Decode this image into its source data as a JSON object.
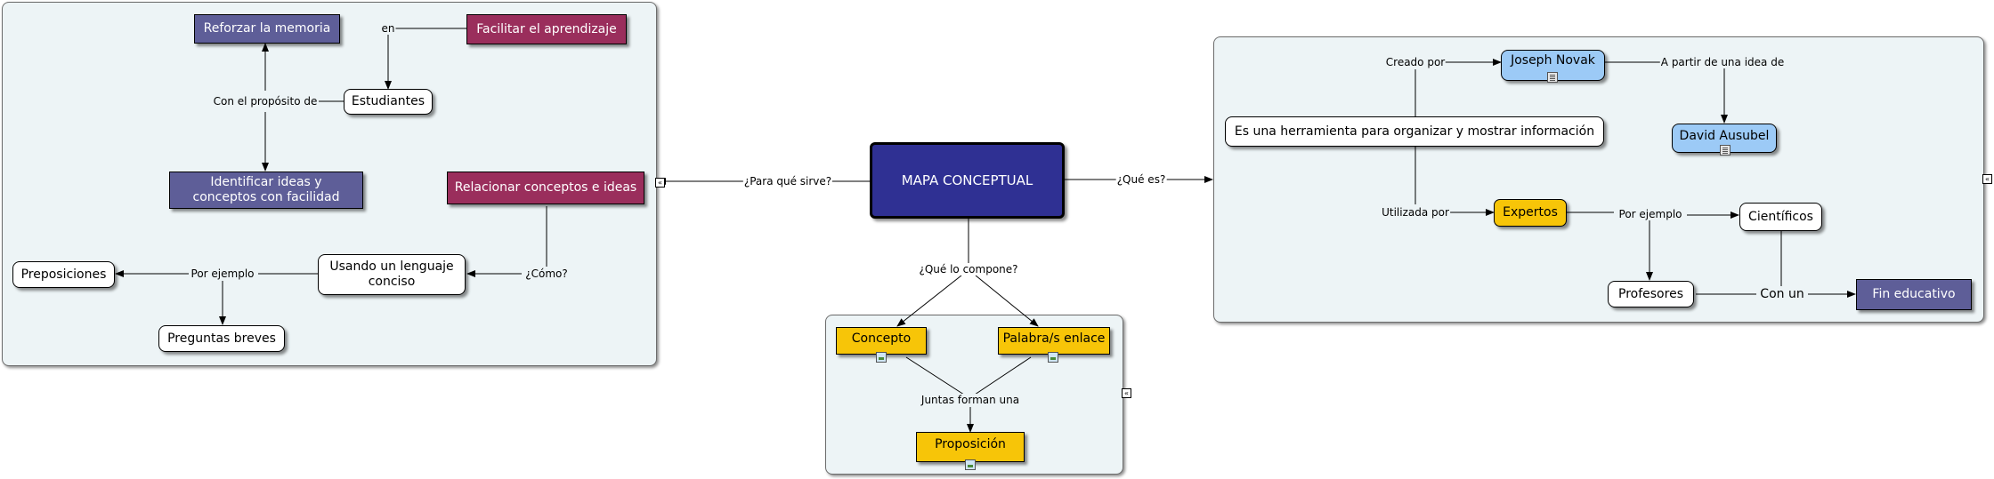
{
  "main": {
    "title": "MAPA CONCEPTUAL"
  },
  "left_group": {
    "nodes": {
      "reforzar": "Reforzar la memoria",
      "facilitar": "Facilitar el aprendizaje",
      "estudiantes": "Estudiantes",
      "identificar": "Identificar ideas y conceptos con facilidad",
      "relacionar": "Relacionar conceptos e ideas",
      "usando": "Usando un lenguaje conciso",
      "preposiciones": "Preposiciones",
      "preguntas": "Preguntas breves"
    },
    "links": {
      "en": "en",
      "proposito": "Con el propósito de",
      "como": "¿Cómo?",
      "ejemplo": "Por ejemplo"
    }
  },
  "bottom_group": {
    "nodes": {
      "concepto": "Concepto",
      "palabra": "Palabra/s enlace",
      "proposicion": "Proposición"
    },
    "links": {
      "juntas": "Juntas forman una"
    }
  },
  "right_group": {
    "nodes": {
      "herramienta": "Es una herramienta para organizar y mostrar información",
      "novak": "Joseph Novak",
      "ausubel": "David Ausubel",
      "expertos": "Expertos",
      "cientificos": "Científicos",
      "profesores": "Profesores",
      "fin": "Fin educativo"
    },
    "links": {
      "creado": "Creado por",
      "partir": "A partir de una idea de",
      "utilizada": "Utilizada por",
      "ejemplo": "Por ejemplo",
      "con_un": "Con un"
    }
  },
  "main_links": {
    "para_que": "¿Para qué sirve?",
    "que_es": "¿Qué es?",
    "compone": "¿Qué lo compone?"
  },
  "colors": {
    "main": "#2f3093",
    "purple": "#5e5e98",
    "magenta": "#9a2e5c",
    "yellow": "#f7c508",
    "blue": "#9ccaf6",
    "group_bg": "#edf4f6"
  },
  "icons": {
    "resource": "image-resource-icon",
    "document": "document-resource-icon",
    "collapse": "collapse-toggle-icon"
  }
}
